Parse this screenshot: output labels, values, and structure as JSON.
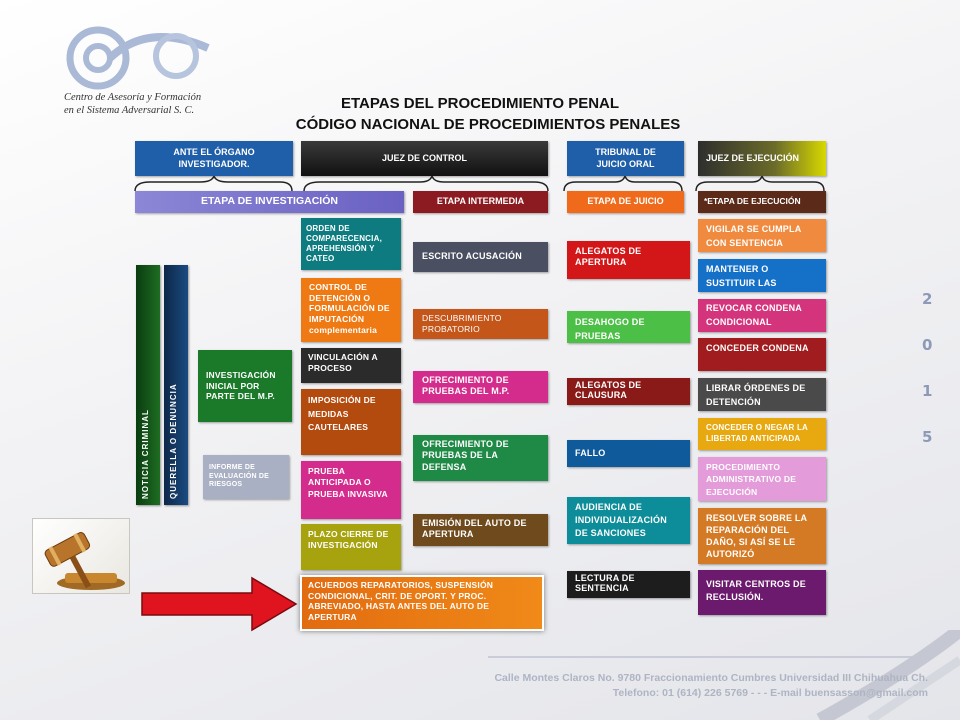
{
  "logo": {
    "line1": "Centro de Asesoría y Formación",
    "line2": "en el Sistema Adversarial  S. C."
  },
  "title": {
    "line1": "ETAPAS DEL PROCEDIMIENTO PENAL",
    "line2": "CÓDIGO NACIONAL DE PROCEDIMIENTOS PENALES"
  },
  "headers": {
    "organo": "ANTE EL ÓRGANO INVESTIGADOR.",
    "juez_control": "JUEZ DE CONTROL",
    "tribunal": "TRIBUNAL DE JUICIO ORAL",
    "juez_ejecucion": "JUEZ DE EJECUCIÓN"
  },
  "stages": {
    "investigacion": "ETAPA DE INVESTIGACIÓN",
    "intermedia": "ETAPA INTERMEDIA",
    "juicio": "ETAPA DE JUICIO",
    "ejecucion": "*ETAPA DE EJECUCIÓN"
  },
  "vertical": {
    "noticia": "NOTICIA CRIMINAL",
    "querella": "QUERELLA O DENUNCIA"
  },
  "investigacion_inicial": "INVESTIGACIÓN INICIAL POR PARTE DEL M.P.",
  "informe": "INFORME DE EVALUACIÓN DE RIESGOS",
  "control_col": [
    "ORDEN DE COMPARECENCIA, APREHENSIÓN Y CATEO",
    "CONTROL DE DETENCIÓN O FORMULACIÓN DE IMPUTACIÓN complementaria",
    "VINCULACIÓN A PROCESO",
    "IMPOSICIÓN DE MEDIDAS CAUTELARES",
    "PRUEBA ANTICIPADA O PRUEBA INVASIVA",
    "PLAZO CIERRE DE INVESTIGACIÓN"
  ],
  "acuerdos": "ACUERDOS REPARATORIOS, SUSPENSIÓN CONDICIONAL, CRIT. DE OPORT.  Y PROC. ABREVIADO, HASTA ANTES DEL AUTO DE APERTURA",
  "intermedia_col": [
    "ESCRITO ACUSACIÓN",
    "DESCUBRIMIENTO PROBATORIO",
    "OFRECIMIENTO DE PRUEBAS DEL M.P.",
    "OFRECIMIENTO DE PRUEBAS DE LA DEFENSA",
    "EMISIÓN DEL AUTO DE APERTURA"
  ],
  "juicio_col": [
    "ALEGATOS DE APERTURA",
    "DESAHOGO DE PRUEBAS",
    "ALEGATOS DE CLAUSURA",
    "FALLO",
    "AUDIENCIA DE INDIVIDUALIZACIÓN DE SANCIONES",
    "LECTURA DE SENTENCIA"
  ],
  "ejecucion_col": [
    "VIGILAR SE CUMPLA CON SENTENCIA",
    "MANTENER O SUSTITUIR LAS",
    "REVOCAR CONDENA CONDICIONAL",
    "CONCEDER CONDENA",
    "LIBRAR ÓRDENES DE DETENCIÓN",
    "CONCEDER O NEGAR LA LIBERTAD ANTICIPADA",
    "PROCEDIMIENTO ADMINISTRATIVO DE EJECUCIÓN",
    "RESOLVER SOBRE LA REPARACIÓN DEL DAÑO, SI ASÍ SE LE AUTORIZÓ",
    "VISITAR CENTROS DE RECLUSIÓN."
  ],
  "year": [
    "2",
    "0",
    "1",
    "5"
  ],
  "footer": {
    "address": "Calle Montes Claros No. 9780 Fraccionamiento Cumbres Universidad III Chihuahua Ch.",
    "phone": "Telefono: 01 (614) 226 5769  - - - E-mail buensasson@gmail.com"
  },
  "colors": {
    "blue": "#1f5ea8",
    "dark": "#1d1d1d",
    "purple_grad": "#8d86d4",
    "red_arrow": "#e0141e"
  }
}
